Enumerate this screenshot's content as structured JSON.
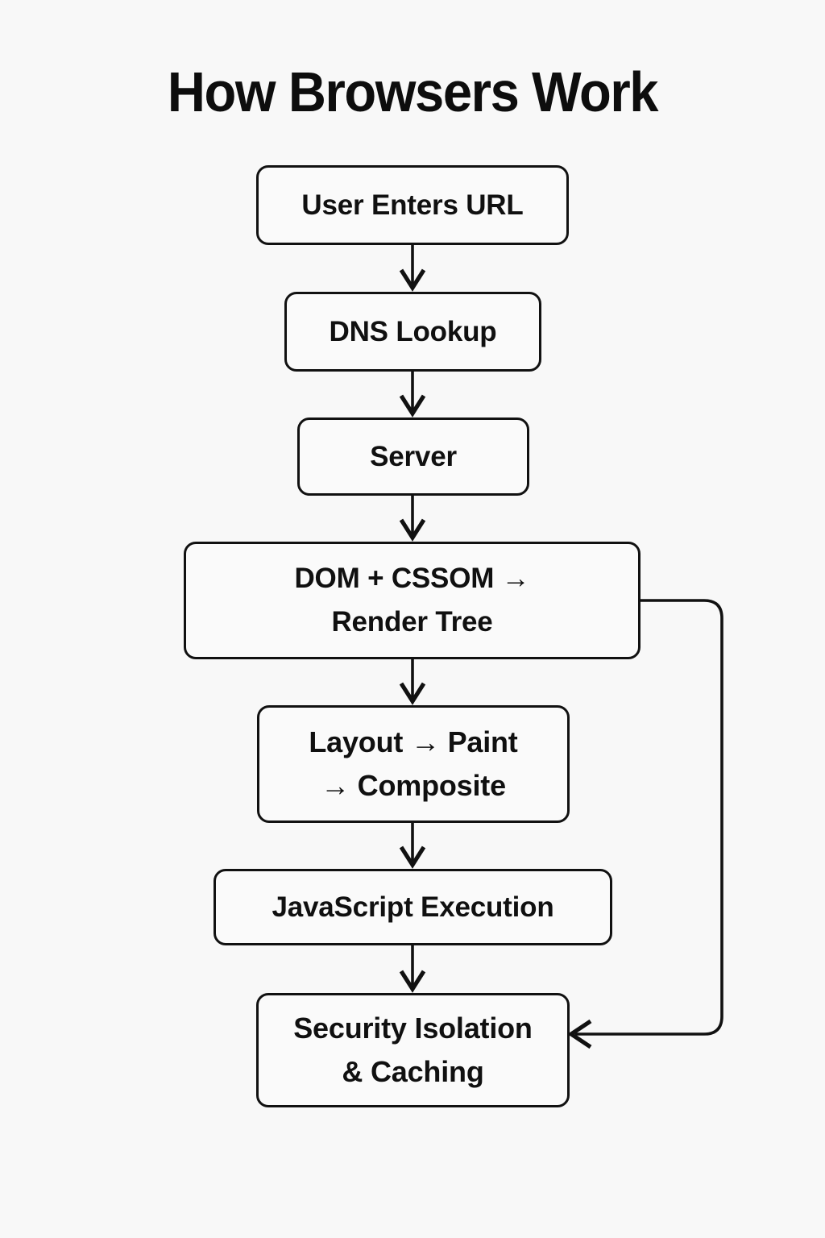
{
  "page": {
    "title": "How Browsers Work",
    "background_color": "#f8f8f8",
    "line_color": "#111111",
    "box_fill": "#fafafa",
    "text_color": "#101010"
  },
  "diagram": {
    "type": "flowchart",
    "orientation": "top-to-bottom",
    "nodes": [
      {
        "id": "url",
        "label": "User Enters URL",
        "lines": [
          "User Enters URL"
        ]
      },
      {
        "id": "dns",
        "label": "DNS Lookup",
        "lines": [
          "DNS Lookup"
        ]
      },
      {
        "id": "server",
        "label": "Server",
        "lines": [
          "Server"
        ]
      },
      {
        "id": "render",
        "label": "DOM + CSSOM → Render Tree",
        "lines": [
          "DOM + CSSOM →",
          "Render Tree"
        ]
      },
      {
        "id": "paint",
        "label": "Layout → Paint → Composite",
        "lines": [
          "Layout → Paint",
          "→ Composite"
        ]
      },
      {
        "id": "js",
        "label": "JavaScript Execution",
        "lines": [
          "JavaScript Execution"
        ]
      },
      {
        "id": "security",
        "label": "Security Isolation & Caching",
        "lines": [
          "Security Isolation",
          "& Caching"
        ]
      }
    ],
    "edges": [
      {
        "from": "url",
        "to": "dns",
        "style": "straight-down",
        "arrow": "down"
      },
      {
        "from": "dns",
        "to": "server",
        "style": "straight-down",
        "arrow": "down"
      },
      {
        "from": "server",
        "to": "render",
        "style": "straight-down",
        "arrow": "down"
      },
      {
        "from": "render",
        "to": "paint",
        "style": "straight-down",
        "arrow": "down"
      },
      {
        "from": "paint",
        "to": "js",
        "style": "straight-down",
        "arrow": "down"
      },
      {
        "from": "js",
        "to": "security",
        "style": "straight-down",
        "arrow": "down"
      },
      {
        "from": "render",
        "to": "security",
        "style": "right-loop",
        "arrow": "left"
      }
    ]
  }
}
